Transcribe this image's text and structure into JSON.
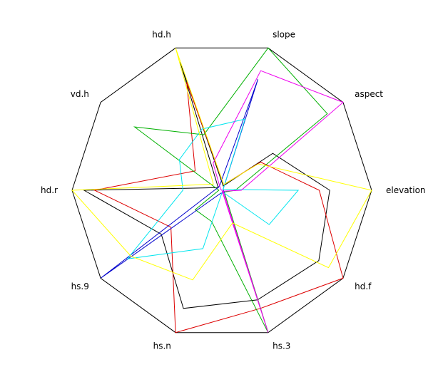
{
  "chart_data": {
    "type": "radar",
    "title": "",
    "axes": [
      "elevation",
      "aspect",
      "slope",
      "hd.h",
      "vd.h",
      "hd.r",
      "hs.9",
      "hs.n",
      "hs.3",
      "hd.f"
    ],
    "range": [
      0,
      1
    ],
    "series": [
      {
        "color": "#000000",
        "values": [
          0.72,
          0.42,
          0.03,
          0.9,
          0.03,
          0.92,
          0.5,
          0.83,
          0.77,
          0.8
        ]
      },
      {
        "color": "#dd0000",
        "values": [
          0.65,
          0.32,
          0.04,
          0.76,
          0.22,
          0.85,
          0.42,
          1.0,
          0.83,
          1.0
        ]
      },
      {
        "color": "#00b000",
        "values": [
          0.09,
          0.87,
          1.0,
          0.39,
          0.72,
          0.02,
          0.22,
          0.22,
          1.0,
          0.02
        ]
      },
      {
        "color": "#0000cc",
        "values": [
          0.01,
          0.01,
          0.78,
          0.04,
          0.03,
          0.05,
          1.0,
          0.02,
          0.02,
          0.02
        ]
      },
      {
        "color": "#00e5ee",
        "values": [
          0.51,
          0.01,
          0.5,
          0.43,
          0.35,
          0.26,
          0.78,
          0.41,
          0.01,
          0.39
        ]
      },
      {
        "color": "#ee00ee",
        "values": [
          0.13,
          1.0,
          0.84,
          0.19,
          0.01,
          0.0,
          0.0,
          0.0,
          1.0,
          0.01
        ]
      },
      {
        "color": "#ffff00",
        "values": [
          1.0,
          0.3,
          0.04,
          1.0,
          0.07,
          1.0,
          0.75,
          0.63,
          0.23,
          0.88
        ]
      }
    ]
  }
}
